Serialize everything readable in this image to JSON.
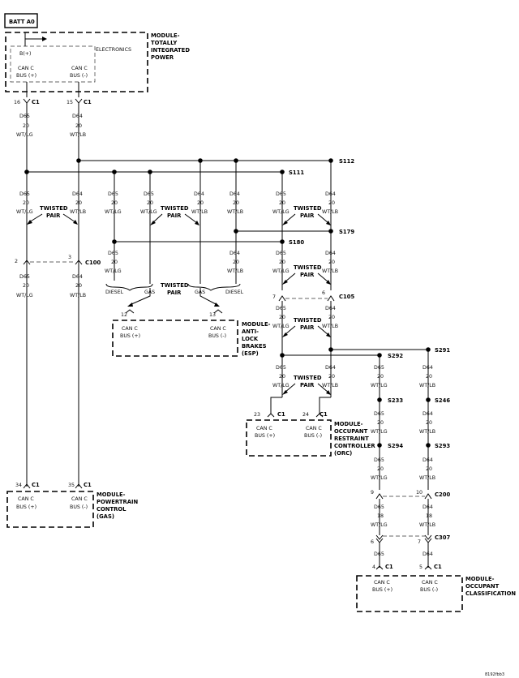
{
  "batt_label": "BATT A0",
  "electronics_label": "ELECTRONICS",
  "b_plus": "B(+)",
  "can_c": "CAN C",
  "bus_plus": "BUS (+)",
  "bus_minus": "BUS (-)",
  "twisted": "TWISTED",
  "pair": "PAIR",
  "diesel": "DIESEL",
  "gas": "GAS",
  "c1": "C1",
  "circuit_d65": "D65",
  "circuit_d64": "D64",
  "gauge_20": "20",
  "gauge_18": "18",
  "color_wtlg": "WT/LG",
  "color_wtlb": "WT/LB",
  "modules": {
    "tipm": [
      "MODULE-",
      "TOTALLY",
      "INTEGRATED",
      "POWER"
    ],
    "abs": [
      "MODULE-",
      "ANTI-",
      "LOCK",
      "BRAKES",
      "(ESP)"
    ],
    "orc": [
      "MODULE-",
      "OCCUPANT",
      "RESTRAINT",
      "CONTROLLER",
      "(ORC)"
    ],
    "pcm": [
      "MODULE-",
      "POWERTRAIN",
      "CONTROL",
      "(GAS)"
    ],
    "occ": [
      "MODULE-",
      "OCCUPANT",
      "CLASSIFICATION"
    ]
  },
  "splices": {
    "s112": "S112",
    "s111": "S111",
    "s179": "S179",
    "s180": "S180",
    "s292": "S292",
    "s291": "S291",
    "s233": "S233",
    "s246": "S246",
    "s294": "S294",
    "s293": "S293"
  },
  "connectors": {
    "c100": "C100",
    "c105": "C105",
    "c200": "C200",
    "c307": "C307"
  },
  "pins": {
    "tipm_plus": "16",
    "tipm_minus": "15",
    "c100_plus": "2",
    "c100_minus": "3",
    "abs_plus": "12",
    "abs_minus": "13",
    "c105_plus": "7",
    "c105_minus": "6",
    "orc_plus": "23",
    "orc_minus": "24",
    "pcm_plus": "34",
    "pcm_minus": "35",
    "c200_plus": "9",
    "c200_minus": "10",
    "c307_plus": "6",
    "c307_minus": "7",
    "occ_plus": "4",
    "occ_minus": "5"
  },
  "figure_id": "8192fbb3"
}
